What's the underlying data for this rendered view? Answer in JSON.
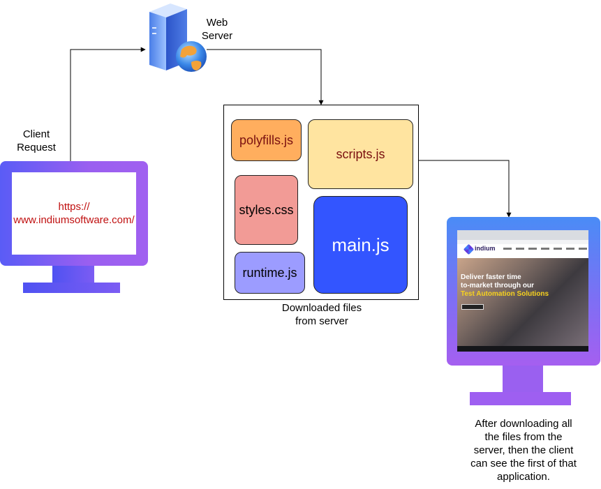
{
  "web_server": {
    "label_line1": "Web",
    "label_line2": "Server",
    "icon": "server-globe-icon"
  },
  "client": {
    "label_line1": "Client",
    "label_line2": "Request",
    "url_line1": "https://",
    "url_line2": "www.indiumsoftware.com/",
    "icon": "monitor-icon"
  },
  "files": {
    "caption_line1": "Downloaded files",
    "caption_line2": "from server",
    "items": [
      {
        "label": "polyfills.js",
        "fill": "#ffae5e",
        "text_color": "#7a1010"
      },
      {
        "label": "scripts.js",
        "fill": "#ffe4a0",
        "text_color": "#7a1010"
      },
      {
        "label": "styles.css",
        "fill": "#f29b96",
        "text_color": "#000000"
      },
      {
        "label": "main.js",
        "fill": "#3355ff",
        "text_color": "#ffffff"
      },
      {
        "label": "runtime.js",
        "fill": "#9c9cff",
        "text_color": "#000000"
      }
    ]
  },
  "result": {
    "description_lines": [
      "After downloading all",
      "the files from the",
      "server, then the client",
      "can see the first of that",
      "application."
    ],
    "website": {
      "logo": "indium",
      "hero_lines": [
        "Deliver faster time",
        "to-market through our",
        "Test Automation Solutions"
      ]
    }
  },
  "colors": {
    "monitor_primary": "#5a5cf6",
    "monitor_secondary": "#a060f0",
    "arrow": "#000000"
  }
}
